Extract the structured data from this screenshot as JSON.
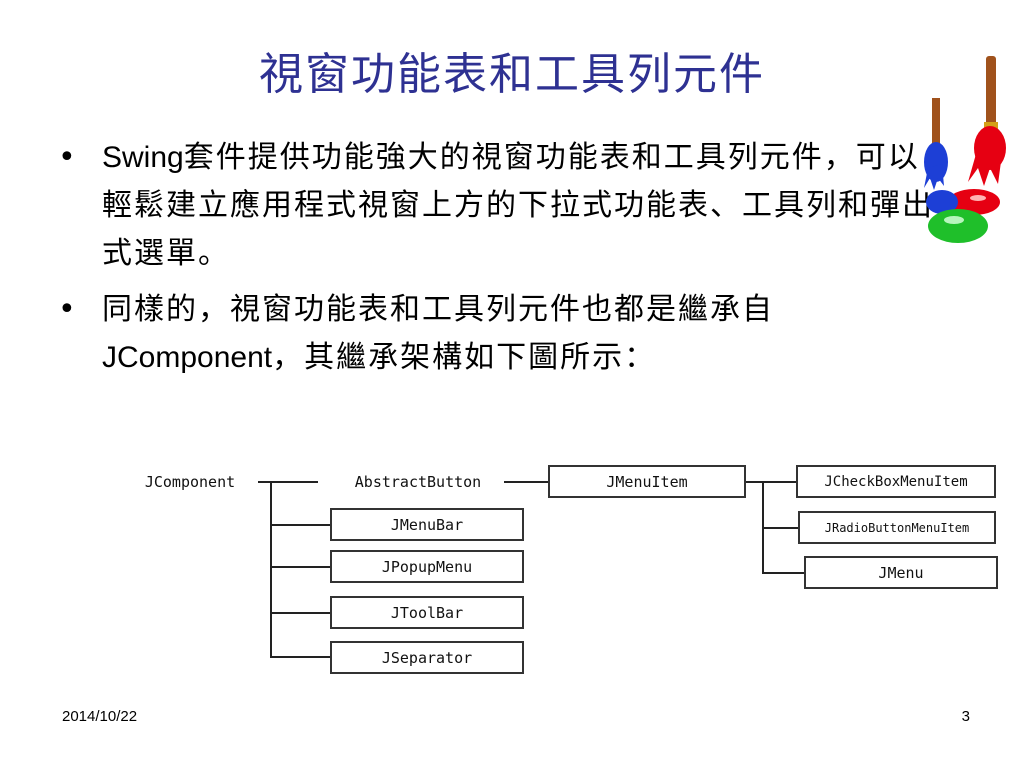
{
  "title": "視窗功能表和工具列元件",
  "bullets": [
    {
      "marker": "•",
      "parts": [
        {
          "text": "Swing",
          "latin": true
        },
        {
          "text": "套件提供功能強大的視窗功能表和工具列元件，可以輕鬆建立應用程式視窗上方的下拉式功能表、工具列和彈出式選單。",
          "latin": false
        }
      ]
    },
    {
      "marker": "•",
      "parts": [
        {
          "text": "同樣的，視窗功能表和工具列元件也都是繼承自",
          "latin": false
        },
        {
          "text": "JComponent",
          "latin": true
        },
        {
          "text": "，其繼承架構如下圖所示：",
          "latin": false
        }
      ]
    }
  ],
  "diagram": {
    "root": "JComponent",
    "abstract_button": "AbstractButton",
    "jcomponent_children": [
      "JMenuBar",
      "JPopupMenu",
      "JToolBar",
      "JSeparator"
    ],
    "jmenuitem": "JMenuItem",
    "jmenuitem_children": [
      "JCheckBoxMenuItem",
      "JRadioButtonMenuItem",
      "JMenu"
    ]
  },
  "footer": {
    "date": "2014/10/22",
    "page": "3"
  },
  "clipart": {
    "icon": "paint-brushes-palette-icon",
    "colors": [
      "#e60012",
      "#1d3fd6",
      "#1fbf2a",
      "#a0521c"
    ]
  }
}
